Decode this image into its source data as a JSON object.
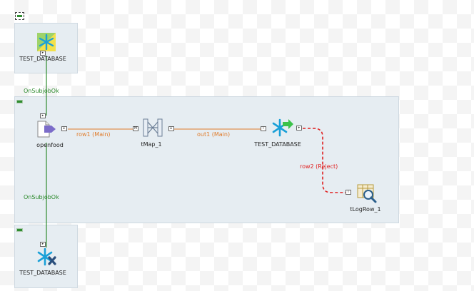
{
  "subjobs": {
    "top": {
      "component": {
        "label": "TEST_DATABASE",
        "icon": "snowflake-connection-icon"
      }
    },
    "main": {
      "components": [
        {
          "label": "openfood",
          "icon": "file-input-icon"
        },
        {
          "label": "tMap_1",
          "icon": "tmap-icon"
        },
        {
          "label": "TEST_DATABASE",
          "icon": "snowflake-output-icon"
        },
        {
          "label": "tLogRow_1",
          "icon": "log-row-icon"
        }
      ]
    },
    "bottom": {
      "component": {
        "label": "TEST_DATABASE",
        "icon": "snowflake-close-icon"
      }
    }
  },
  "connections": {
    "trigger_1": "OnSubjobOk",
    "trigger_2": "OnSubjobOk",
    "row1": "row1 (Main)",
    "out1": "out1 (Main)",
    "row2": "row2 (Reject)"
  },
  "colors": {
    "main_flow": "#e07b2a",
    "trigger": "#2e8b2e",
    "reject": "#e02020",
    "subjob_bg": "#e6edf2"
  }
}
